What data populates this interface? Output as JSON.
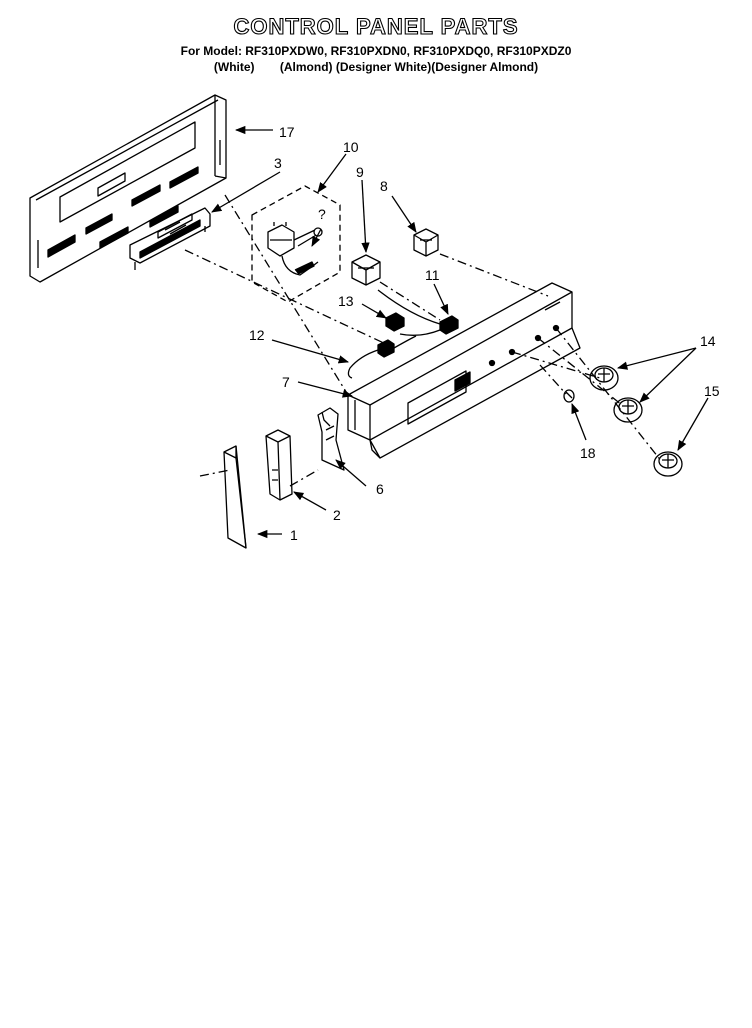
{
  "title": "CONTROL PANEL PARTS",
  "models_line": "For Model: RF310PXDW0, RF310PXDN0, RF310PXDQ0, RF310PXDZ0",
  "colors": [
    "(White)",
    "(Almond)",
    "(Designer White)",
    "(Designer Almond)"
  ],
  "callouts": {
    "c1": "1",
    "c2": "2",
    "c3": "3",
    "c6": "6",
    "c7": "7",
    "c8": "8",
    "c9": "9",
    "c10": "10",
    "c11": "11",
    "c12": "12",
    "c13": "13",
    "c14": "14",
    "c15": "15",
    "c17": "17",
    "c18": "18"
  },
  "unknown_part_mark": "?"
}
